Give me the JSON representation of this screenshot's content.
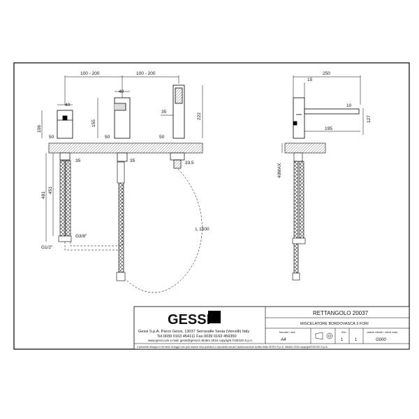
{
  "dimensions": {
    "top_left_1": "100 - 200",
    "top_left_2": "100 - 200",
    "top_right": "250",
    "d40a": "40",
    "d40b": "40",
    "d106": "106",
    "d155": "155",
    "d35a": "35",
    "d222": "222",
    "d15": "15",
    "d10": "10",
    "d127": "127",
    "d195": "195",
    "d50a": "50",
    "d50b": "50",
    "d50c": "50",
    "d35b": "35",
    "d35c": "35",
    "d33_5": "33.5",
    "d481": "481",
    "d451": "451",
    "g38": "G3/8\"",
    "g12": "G1/2\"",
    "l1500": "L 1500",
    "max40": "40MAX"
  },
  "title_block": {
    "logo": "GESSI",
    "product_name": "RETTANGOLO 20037",
    "description": "MISCELATORE BORDOVASCA 3 FORI",
    "company_line1": "Gessi S.p.A. Parco Gessi, 13037 Serravalle Sesia (Vercelli) Italy",
    "company_line2": "Tel.0039 0163 454111 Fax.0039 0163 459350",
    "company_line3": "www.gessi.com e-mail: gessi@gessi.it  ottobre 2016  copyright ©GESSI S.p.A.",
    "format_label": "formato / size",
    "format_value": "A4",
    "rev_label": "Rev",
    "sheet_value": "1",
    "rev_value": "1",
    "code_label": "codice cliente / client code",
    "code_value": "G000",
    "footer_note": "Il presente disegno è termine di legge non può essere reso pubblico o riprodotto senza l'autorizzazione scritta della GESSI S.p.A.    ottobre 2016    copyright©GESSI S.p.A."
  }
}
